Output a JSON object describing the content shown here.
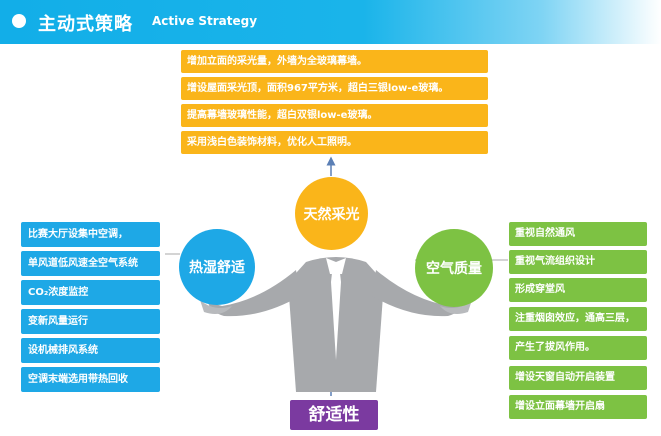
{
  "header": {
    "title": "主动式策略",
    "subtitle": "Active Strategy"
  },
  "daylight": {
    "label": "天然采光",
    "items": [
      "增加立面的采光量，外墙为全玻璃幕墙。",
      "增设屋面采光顶，面积967平方米，超白三银low-e玻璃。",
      "提高幕墙玻璃性能，超白双银low-e玻璃。",
      "采用浅白色装饰材料，优化人工照明。"
    ]
  },
  "thermal": {
    "label": "热湿舒适",
    "items": [
      "比赛大厅设集中空调，",
      "单风道低风速全空气系统",
      "CO₂浓度监控",
      "变新风量运行",
      "设机械排风系统",
      "空调末端选用带热回收"
    ]
  },
  "air": {
    "label": "空气质量",
    "items": [
      "重视自然通风",
      "重视气流组织设计",
      "形成穿堂风",
      "注重烟囱效应，通高三层，",
      "产生了拔风作用。",
      "增设天窗自动开启装置",
      "增设立面幕墙开启扇"
    ]
  },
  "bottom": {
    "label": "舒适性"
  },
  "colors": {
    "header": "#1ab4ea",
    "orange": "#fab51a",
    "blue": "#1ea8e6",
    "green": "#7dc243",
    "purple": "#7b3aa0"
  }
}
